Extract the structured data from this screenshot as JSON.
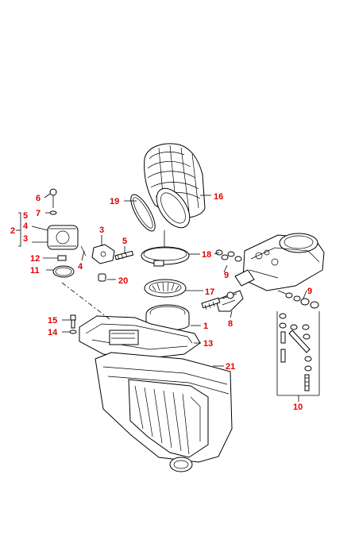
{
  "callouts": [
    {
      "id": "c6",
      "text": "6"
    },
    {
      "id": "c7",
      "text": "7"
    },
    {
      "id": "c5a",
      "text": "5"
    },
    {
      "id": "c4a",
      "text": "4"
    },
    {
      "id": "c2",
      "text": "2"
    },
    {
      "id": "c3a",
      "text": "3"
    },
    {
      "id": "c3b",
      "text": "3"
    },
    {
      "id": "c5b",
      "text": "5"
    },
    {
      "id": "c12",
      "text": "12"
    },
    {
      "id": "c4b",
      "text": "4"
    },
    {
      "id": "c11",
      "text": "11"
    },
    {
      "id": "c20",
      "text": "20"
    },
    {
      "id": "c19",
      "text": "19"
    },
    {
      "id": "c16",
      "text": "16"
    },
    {
      "id": "c18",
      "text": "18"
    },
    {
      "id": "c9a",
      "text": "9"
    },
    {
      "id": "c9b",
      "text": "9"
    },
    {
      "id": "c17",
      "text": "17"
    },
    {
      "id": "c8",
      "text": "8"
    },
    {
      "id": "c15",
      "text": "15"
    },
    {
      "id": "c14",
      "text": "14"
    },
    {
      "id": "c1",
      "text": "1"
    },
    {
      "id": "c13",
      "text": "13"
    },
    {
      "id": "c21",
      "text": "21"
    },
    {
      "id": "c10",
      "text": "10"
    }
  ]
}
